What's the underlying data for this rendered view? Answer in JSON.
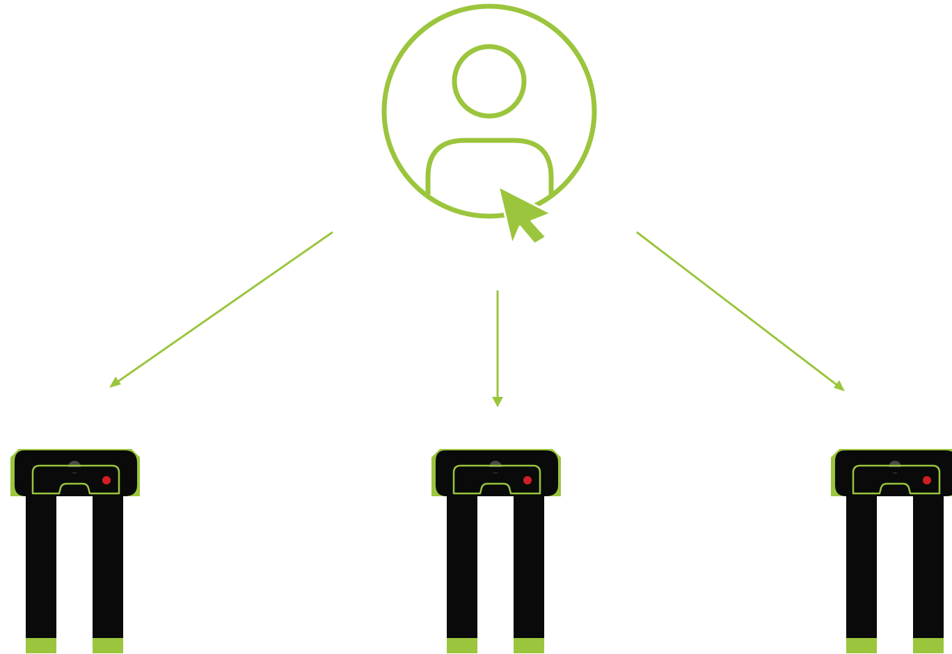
{
  "colors": {
    "accent_green": "#9bc53d",
    "device_black": "#0a0a0a",
    "led_red": "#cf1f25",
    "sensor_gray": "#4a4a4a",
    "background": "#ffffff"
  },
  "hub": {
    "icon": "user-cursor-icon"
  },
  "connections": [
    {
      "from": "hub",
      "to": "device-left",
      "arrow": "end"
    },
    {
      "from": "hub",
      "to": "device-center",
      "arrow": "end"
    },
    {
      "from": "hub",
      "to": "device-right",
      "arrow": "end"
    }
  ],
  "devices": [
    {
      "id": "device-left",
      "icon": "fork-sensor-icon",
      "indicator": "red-led"
    },
    {
      "id": "device-center",
      "icon": "fork-sensor-icon",
      "indicator": "red-led"
    },
    {
      "id": "device-right",
      "icon": "fork-sensor-icon",
      "indicator": "red-led"
    }
  ]
}
